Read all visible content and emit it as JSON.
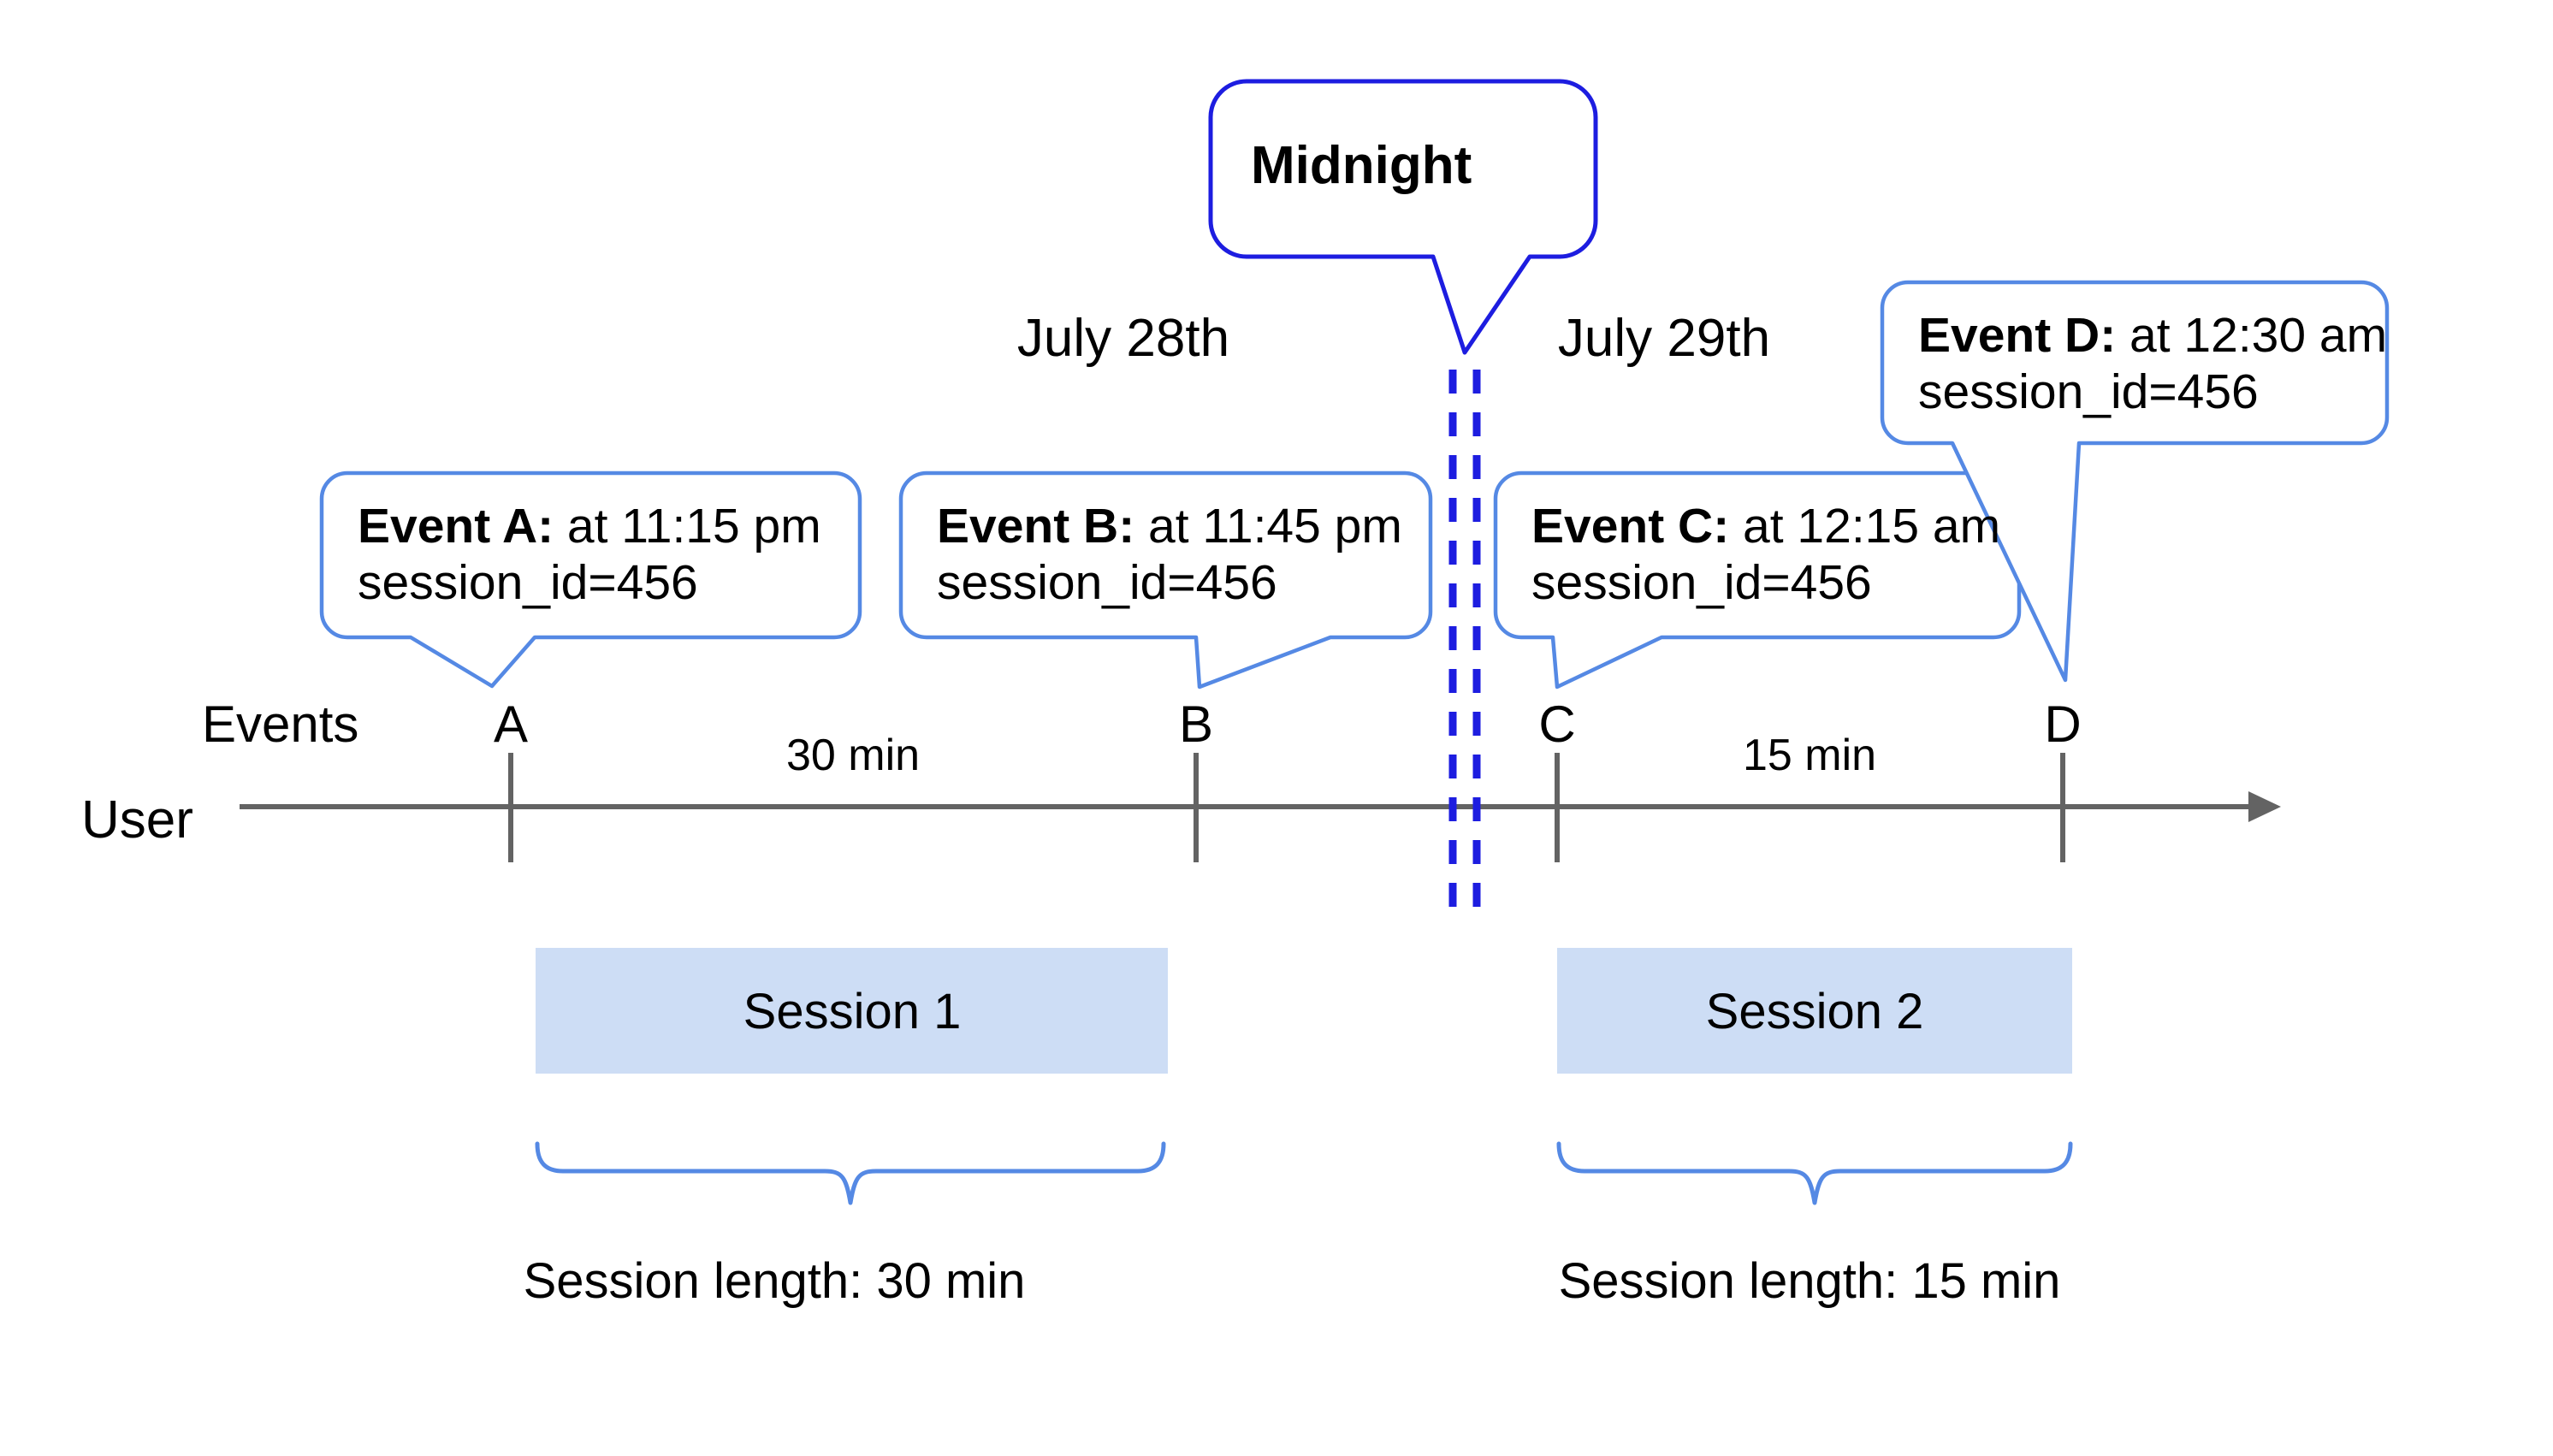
{
  "colors": {
    "midnight_blue": "#1d1de0",
    "callout_blue": "#5589e4",
    "session_fill": "#cdddf5",
    "timeline_gray": "#636363",
    "text": "#000000"
  },
  "midnight_callout": {
    "label": "Midnight"
  },
  "dates": {
    "left": "July 28th",
    "right": "July 29th"
  },
  "axis": {
    "events_label": "Events",
    "user_label": "User"
  },
  "ticks": [
    {
      "id": "A",
      "label": "A"
    },
    {
      "id": "B",
      "label": "B"
    },
    {
      "id": "C",
      "label": "C"
    },
    {
      "id": "D",
      "label": "D"
    }
  ],
  "callouts": [
    {
      "id": "A",
      "title": "Event A:",
      "time": " at 11:15 pm",
      "session": "session_id=456"
    },
    {
      "id": "B",
      "title": "Event B:",
      "time": " at 11:45 pm",
      "session": "session_id=456"
    },
    {
      "id": "C",
      "title": "Event C:",
      "time": " at 12:15 am",
      "session": "session_id=456"
    },
    {
      "id": "D",
      "title": "Event D:",
      "time": " at 12:30 am",
      "session": "session_id=456"
    }
  ],
  "intervals": [
    {
      "label": "30 min"
    },
    {
      "label": "15 min"
    }
  ],
  "sessions": [
    {
      "name": "Session 1",
      "length": "Session length: 30 min"
    },
    {
      "name": "Session 2",
      "length": "Session length: 15 min"
    }
  ]
}
